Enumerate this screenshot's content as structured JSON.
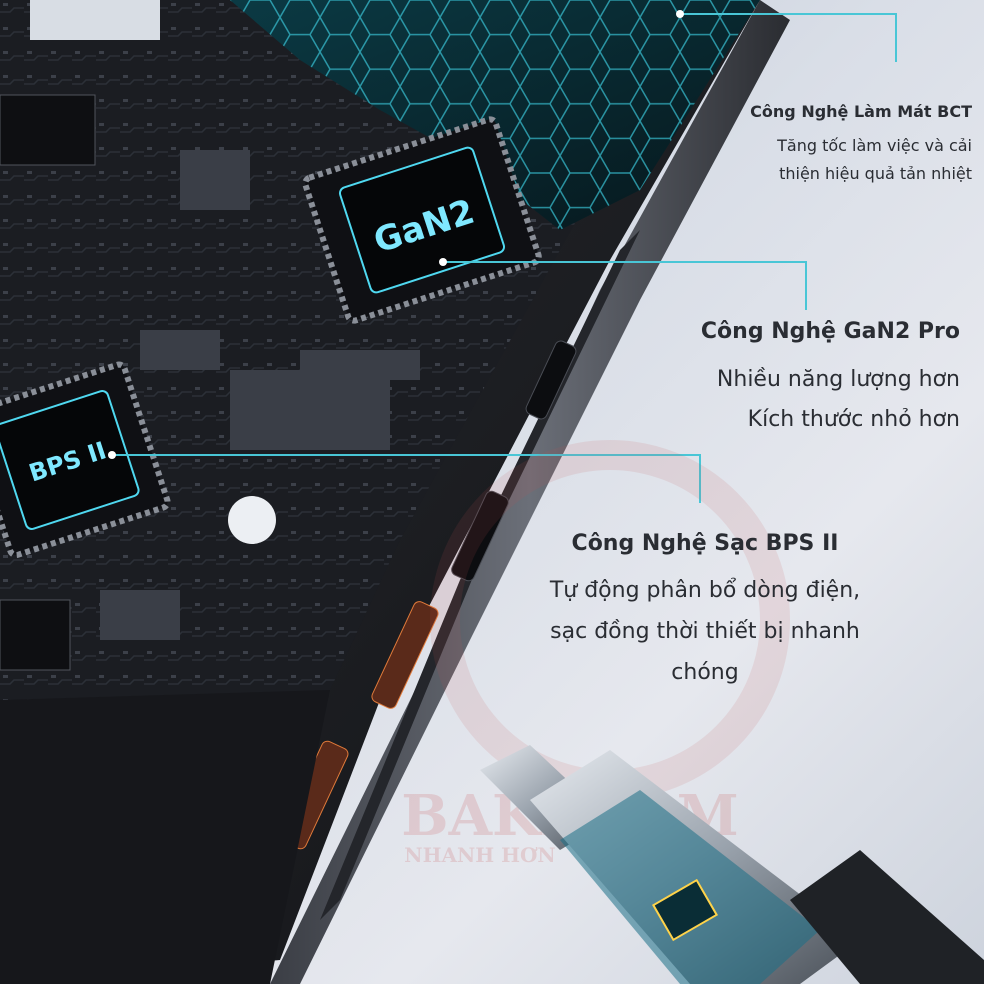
{
  "callouts": {
    "bct": {
      "title": "Công Nghệ Làm Mát BCT",
      "lines": [
        "Tăng tốc làm việc và cải",
        "thiện hiệu quả tản nhiệt"
      ]
    },
    "gan": {
      "title": "Công Nghệ GaN2 Pro",
      "lines": [
        "Nhiều năng lượng hơn",
        "Kích thước nhỏ hơn"
      ]
    },
    "bps": {
      "title": "Công Nghệ Sạc BPS II",
      "lines": [
        "Tự động phân bổ dòng điện,",
        "sạc đồng thời thiết bị nhanh",
        "chóng"
      ]
    }
  },
  "chips": {
    "gan_label": "GaN2",
    "bps_label": "BPS II"
  },
  "watermark": {
    "brand": "BAKECOM",
    "slogan": "NHANH HƠN"
  },
  "colors": {
    "leader_line": "#49c6d6",
    "chip_glow": "#4fd8f0",
    "board": "#1b1d22",
    "text": "#2a2d33"
  }
}
